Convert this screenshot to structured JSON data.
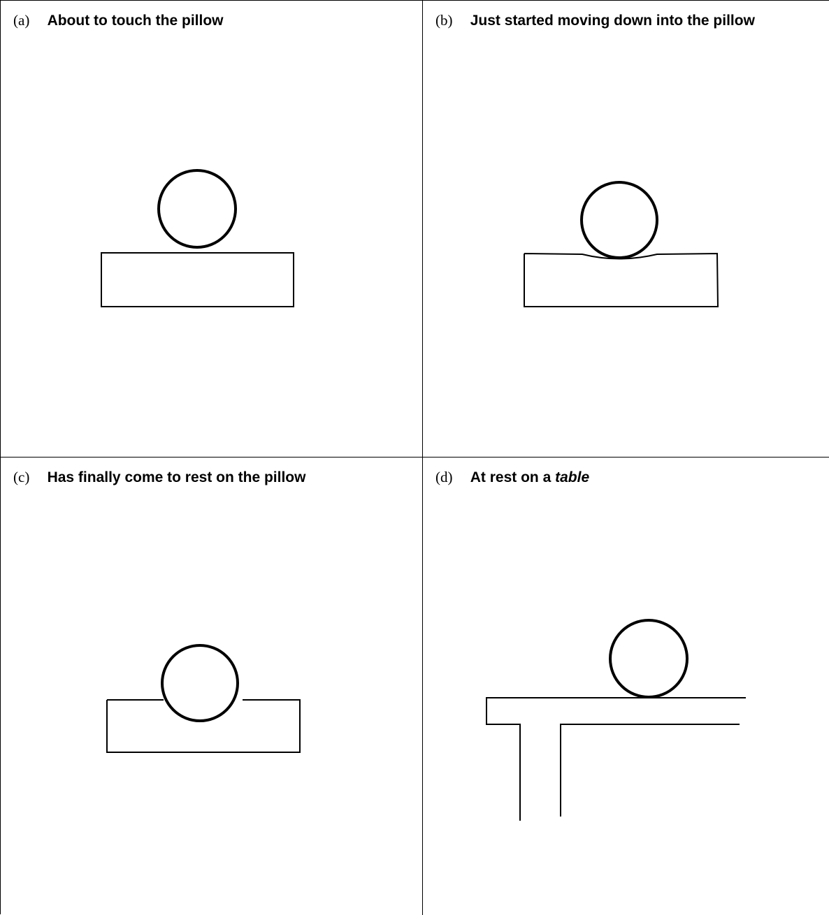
{
  "panels": {
    "a": {
      "letter": "(a)",
      "title": "About to touch the pillow"
    },
    "b": {
      "letter": "(b)",
      "title": "Just started moving down into the pillow"
    },
    "c": {
      "letter": "(c)",
      "title": "Has finally come to rest on the pillow"
    },
    "d": {
      "letter": "(d)",
      "title_prefix": "At rest on a ",
      "title_emphasis": "table"
    }
  },
  "colors": {
    "line": "#000000",
    "background": "#ffffff"
  }
}
